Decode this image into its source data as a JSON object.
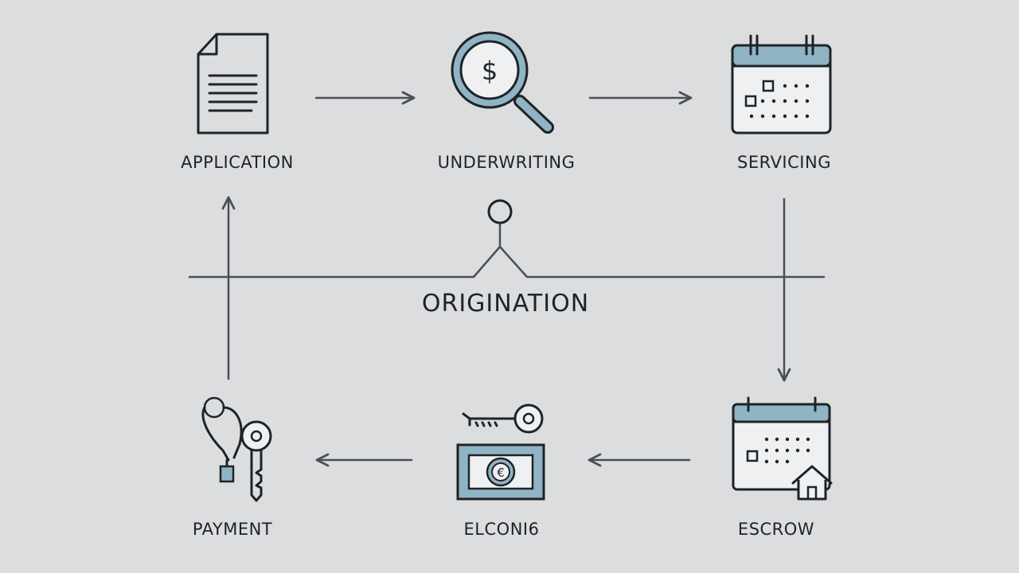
{
  "diagram": {
    "center": {
      "label": "ORIGINATION"
    },
    "steps": [
      {
        "label": "APPLICATION",
        "icon": "document-icon"
      },
      {
        "label": "UNDERWRITING",
        "icon": "magnifier-dollar-icon"
      },
      {
        "label": "SERVICING",
        "icon": "calendar-icon"
      },
      {
        "label": "ESCROW",
        "icon": "calendar-house-icon"
      },
      {
        "label": "ELCONI6",
        "icon": "key-banknote-icon"
      },
      {
        "label": "PAYMENT",
        "icon": "keys-icon"
      }
    ]
  },
  "colors": {
    "background": "#dcdddf",
    "line": "#1f2326",
    "accent": "#8fb4c4"
  }
}
